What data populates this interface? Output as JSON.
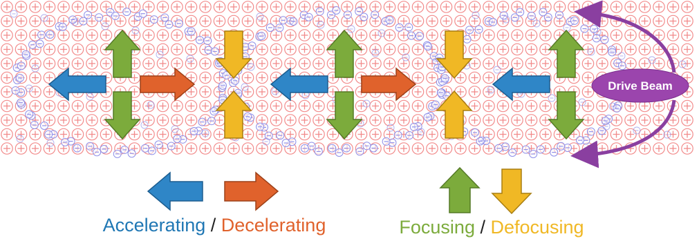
{
  "drive_beam": {
    "label": "Drive Beam",
    "color": "#8a3fa0"
  },
  "legend": {
    "accelerating": {
      "text": "Accelerating",
      "color": "#1f77b4"
    },
    "decelerating": {
      "text": "Decelerating",
      "color": "#e0622c"
    },
    "focusing": {
      "text": "Focusing",
      "color": "#7cab3c"
    },
    "defocusing": {
      "text": "Defocusing",
      "color": "#f0b825"
    },
    "separator": " / "
  },
  "colors": {
    "ion": "#f28b8b",
    "electron": "#8f8fe8",
    "accelerating_arrow": "#2f86c7",
    "decelerating_arrow": "#e0622c",
    "focusing_arrow": "#7cab3c",
    "defocusing_arrow": "#f0b825"
  },
  "symbols": {
    "ion": "+",
    "electron": "−"
  }
}
